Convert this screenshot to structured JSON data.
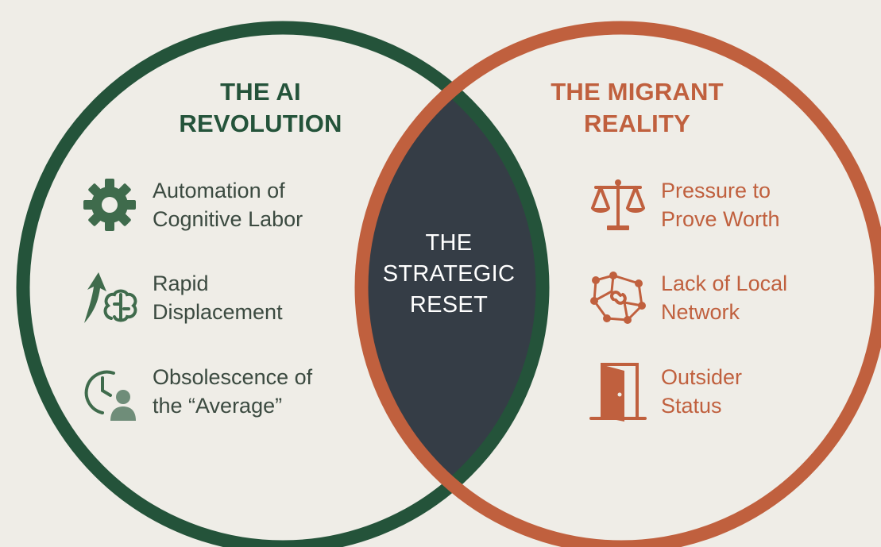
{
  "colors": {
    "background": "#efede7",
    "ai_green": "#24533a",
    "migrant_orange": "#c0603e",
    "overlap_slate": "#353d46"
  },
  "left_circle": {
    "title": "THE AI\nREVOLUTION",
    "items": [
      {
        "icon": "gear-icon",
        "label": "Automation of\nCognitive Labor"
      },
      {
        "icon": "arrow-brain-icon",
        "label": "Rapid\nDisplacement"
      },
      {
        "icon": "clock-person-icon",
        "label": "Obsolescence of\nthe “Average”"
      }
    ]
  },
  "right_circle": {
    "title": "THE MIGRANT\nREALITY",
    "items": [
      {
        "icon": "scales-icon",
        "label": "Pressure to\nProve Worth"
      },
      {
        "icon": "broken-network-icon",
        "label": "Lack of Local\nNetwork"
      },
      {
        "icon": "open-door-icon",
        "label": "Outsider\nStatus"
      }
    ]
  },
  "overlap": {
    "label": "THE\nSTRATEGIC\nRESET"
  }
}
